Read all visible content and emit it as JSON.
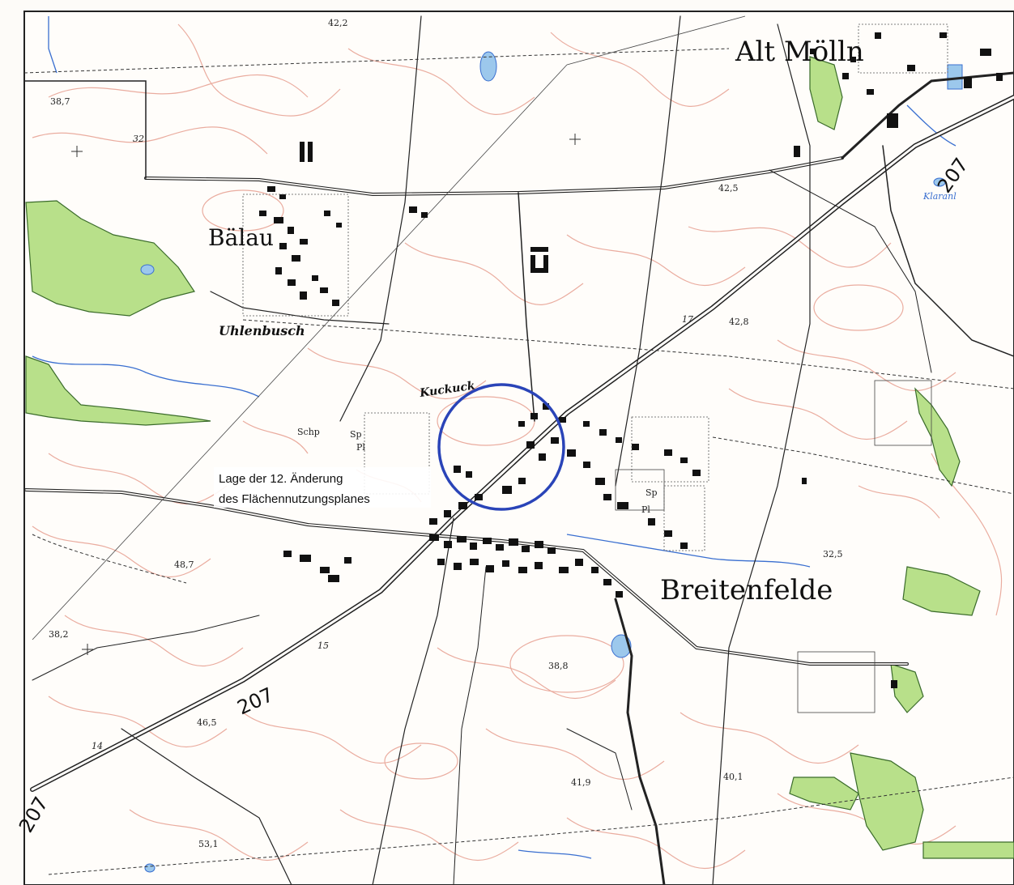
{
  "map": {
    "places": {
      "alt_moelln": "Alt Mölln",
      "baelau": "Bälau",
      "uhlenbusch": "Uhlenbusch",
      "breitenfelde": "Breitenfelde",
      "kuckuck": "Kuckuck",
      "klaranl": "Klaranl"
    },
    "elevations": {
      "e42_2": "42,2",
      "e38_7": "38,7",
      "e42_5": "42,5",
      "e42_8": "42,8",
      "e32_5": "32,5",
      "e48_7": "48,7",
      "e38_2": "38,2",
      "e38_8": "38,8",
      "e46_5": "46,5",
      "e41_9": "41,9",
      "e40_1": "40,1",
      "e53_1": "53,1"
    },
    "roads": {
      "b207_ne": "207",
      "b207_sw": "207",
      "b207_edge": "207"
    },
    "symbols": {
      "schp": "Schp",
      "sp1": "Sp",
      "pl1": "Pl",
      "sp2": "Sp",
      "pl2": "Pl"
    },
    "small_numbers": {
      "n17": "17",
      "n15": "15",
      "n14": "14",
      "n32": "32"
    },
    "callout": {
      "line1": "Lage der 12. Änderung",
      "line2": "des Flächennutzungsplanes"
    },
    "colors": {
      "forest": "#b8e08a",
      "contour": "#e39a8a",
      "water": "#9cc8ec",
      "road": "#222222",
      "building": "#111111",
      "marker": "#2a44b8"
    }
  }
}
